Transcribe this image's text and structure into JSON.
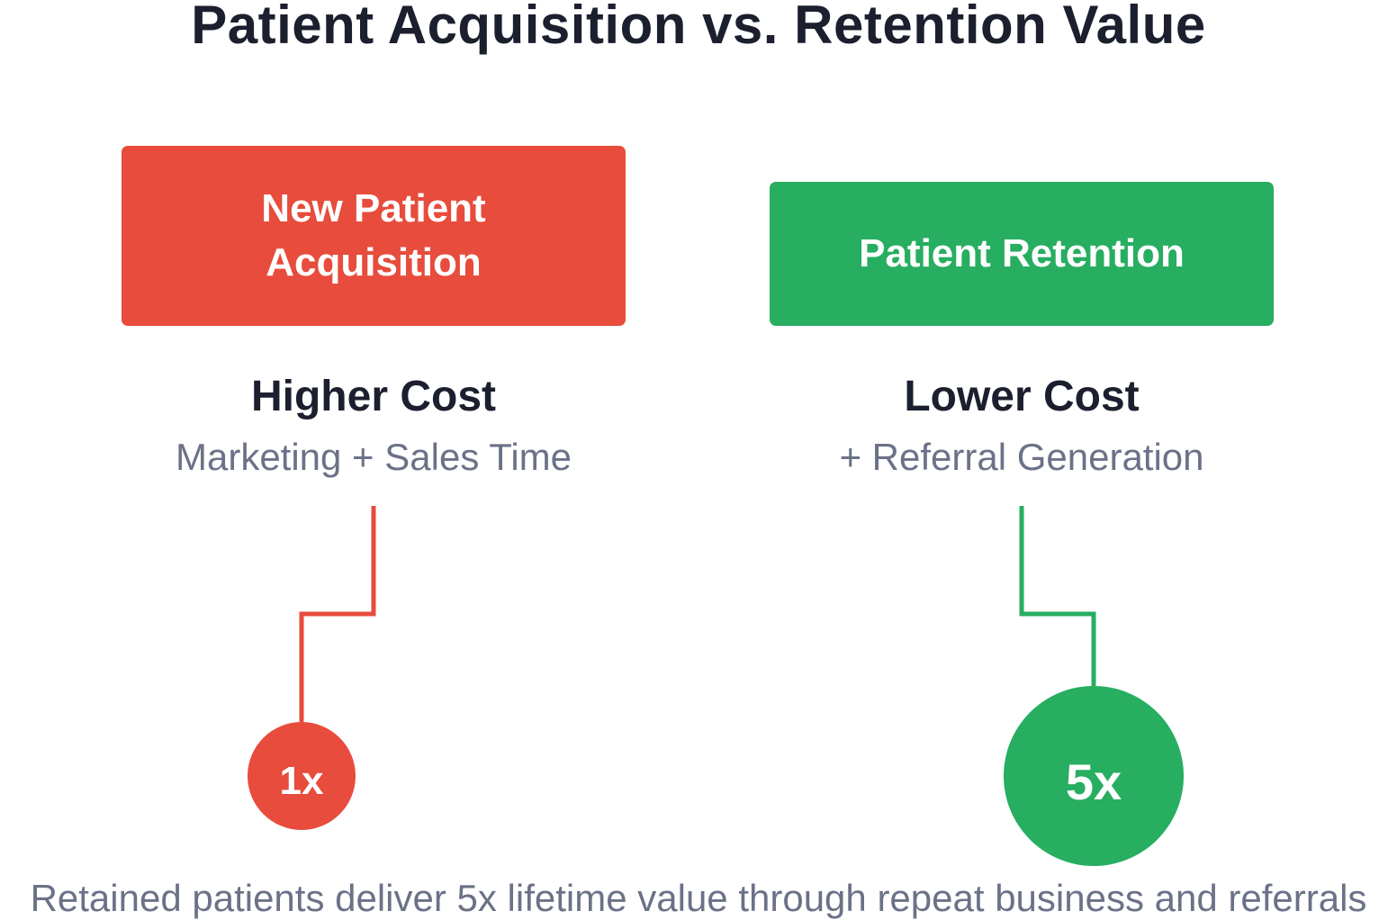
{
  "title": "Patient Acquisition vs. Retention Value",
  "acquisition": {
    "label": "New Patient Acquisition",
    "cost_heading": "Higher Cost",
    "cost_detail": "Marketing + Sales Time",
    "multiplier": "1x",
    "color": "#e74c3c"
  },
  "retention": {
    "label": "Patient Retention",
    "cost_heading": "Lower Cost",
    "cost_detail": "+ Referral Generation",
    "multiplier": "5x",
    "color": "#27ae60"
  },
  "footer": "Retained patients deliver 5x lifetime value through repeat business and referrals"
}
